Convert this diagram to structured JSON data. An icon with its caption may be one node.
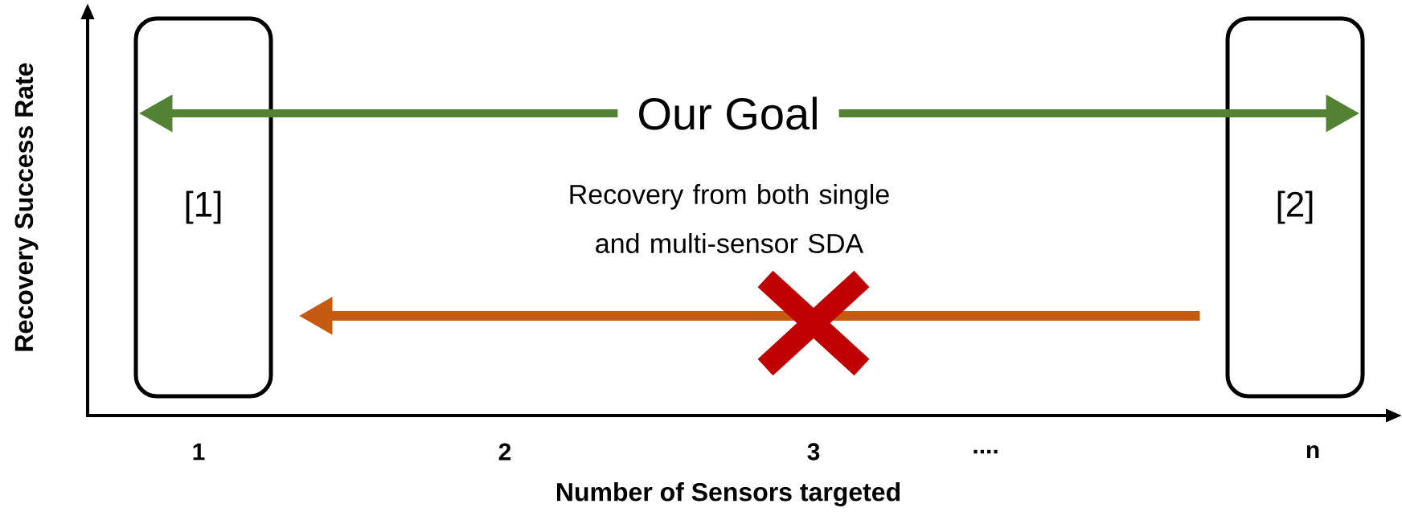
{
  "diagram": {
    "nodes": [
      {
        "text": [
          "[1]"
        ]
      },
      {
        "text": [
          "[2]"
        ]
      }
    ],
    "edges": [
      {
        "from": 0,
        "to": 1,
        "arrow": "both",
        "label": "Our Goal",
        "color": "#548235"
      },
      {
        "from": 1,
        "to": 0,
        "arrow": "to",
        "color": "#c55a11"
      }
    ],
    "labels": [
      "Recovery Success Rate",
      "Recovery from both single and multi-sensor SDA",
      "1",
      "2",
      "3",
      "....",
      "n",
      "Number of Sensors targeted"
    ]
  }
}
